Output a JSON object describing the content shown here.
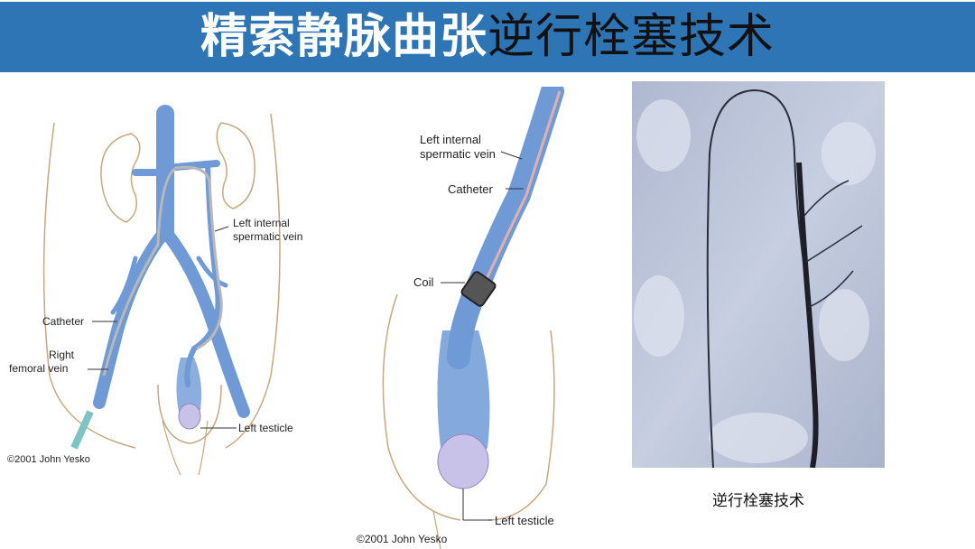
{
  "slide": {
    "title_part1": "精索静脉曲张",
    "title_part2": "逆行栓塞技术",
    "colors": {
      "banner": "#2e75b6",
      "vein": "#5f8fd0",
      "testicle": "#c9c2e8"
    }
  },
  "figure_left": {
    "labels": {
      "vein": "Left internal",
      "vein2": "spermatic vein",
      "catheter": "Catheter",
      "right": "Right",
      "femoral": "femoral vein",
      "testicle": "Left testicle"
    },
    "copyright": "©2001 John Yesko"
  },
  "figure_middle": {
    "labels": {
      "vein": "Left internal",
      "vein2": "spermatic vein",
      "catheter": "Catheter",
      "coil": "Coil",
      "testicle": "Left testicle"
    },
    "copyright": "©2001 John Yesko"
  },
  "figure_right": {
    "image": "venogram-xray",
    "caption": "逆行栓塞技术"
  }
}
